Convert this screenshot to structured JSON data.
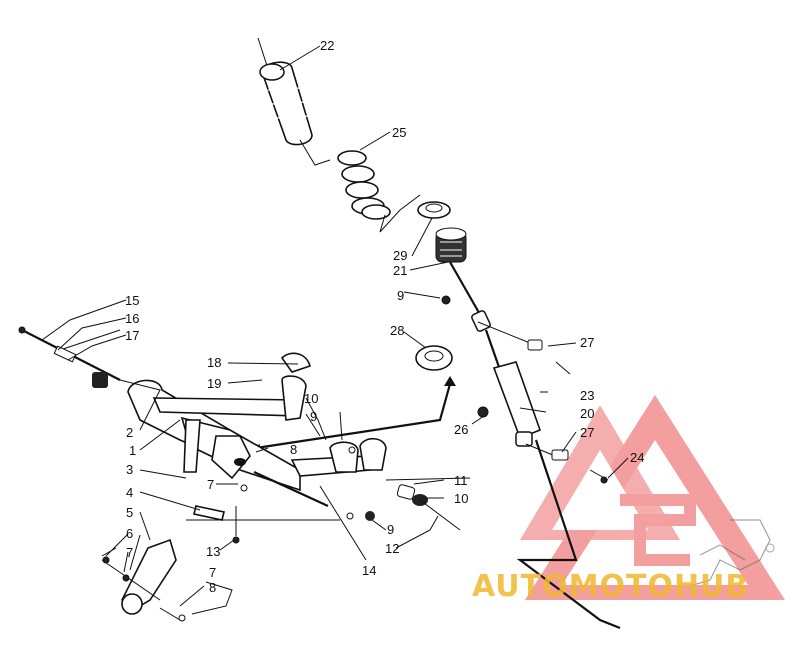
{
  "diagram": {
    "labels": [
      "1",
      "2",
      "3",
      "4",
      "5",
      "6",
      "7",
      "7",
      "7",
      "8",
      "8",
      "9",
      "9",
      "9",
      "10",
      "10",
      "11",
      "12",
      "13",
      "14",
      "15",
      "16",
      "17",
      "18",
      "19",
      "20",
      "21",
      "22",
      "23",
      "24",
      "25",
      "26",
      "27",
      "27",
      "28",
      "29"
    ]
  },
  "watermark": {
    "text": "AUTOMOTOHUB",
    "colors": {
      "primary": "#f08080",
      "accent": "#f0b830",
      "dark": "#555555"
    }
  }
}
